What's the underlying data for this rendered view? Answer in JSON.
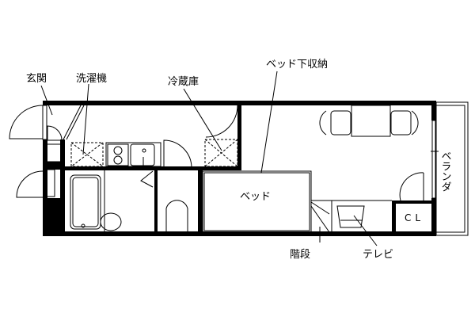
{
  "labels": {
    "entrance": "玄関",
    "washing_machine": "洗濯機",
    "refrigerator": "冷蔵庫",
    "under_bed_storage": "ベッド下収納",
    "bed": "ベッド",
    "veranda": "ベランダ",
    "closet": "CL",
    "stairs": "階段",
    "tv": "テレビ"
  }
}
